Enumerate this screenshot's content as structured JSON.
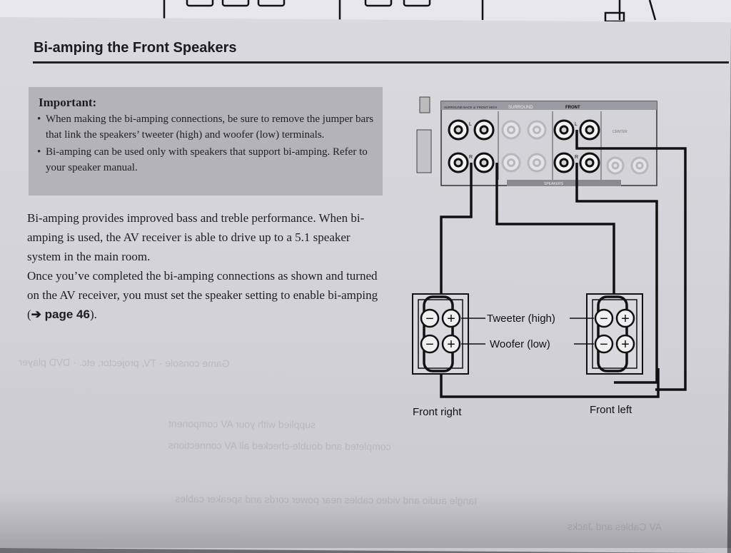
{
  "section": {
    "title": "Bi-amping the Front Speakers"
  },
  "important": {
    "heading": "Important:",
    "items": [
      "When making the bi-amping connections, be sure to remove the jumper bars that link the speakers’ tweeter (high) and woofer (low) terminals.",
      "Bi-amping can be used only with speakers that support bi-amping. Refer to your speaker manual."
    ]
  },
  "body": {
    "para1": "Bi-amping provides improved bass and treble performance. When bi-amping is used, the AV receiver is able to drive up to a 5.1 speaker system in the main room.",
    "para2_before": "Once you’ve completed the bi-amping connections as shown and turned on the AV receiver, you must set the speaker setting to enable bi-amping (",
    "arrow": "➔",
    "page_ref": "page 46",
    "para2_after": ")."
  },
  "diagram": {
    "panel_labels": {
      "surround_back": "SURROUND BACK or FRONT HIGH",
      "surround": "SURROUND",
      "front": "FRONT",
      "center": "CENTER",
      "speakers": "SPEAKERS"
    },
    "channel_letters": {
      "left": "L",
      "right": "R"
    },
    "terminal_labels": {
      "tweeter": "Tweeter (high)",
      "woofer": "Woofer (low)"
    },
    "speaker_labels": {
      "right": "Front right",
      "left": "Front left"
    },
    "symbols": {
      "minus": "−",
      "plus": "+"
    }
  },
  "colors": {
    "ink": "#1a1a1f",
    "panel_fill": "#d4d4d8",
    "panel_header": "#9a9aa2",
    "important_bg": "#b3b3b9",
    "page": "#d6d6db"
  }
}
